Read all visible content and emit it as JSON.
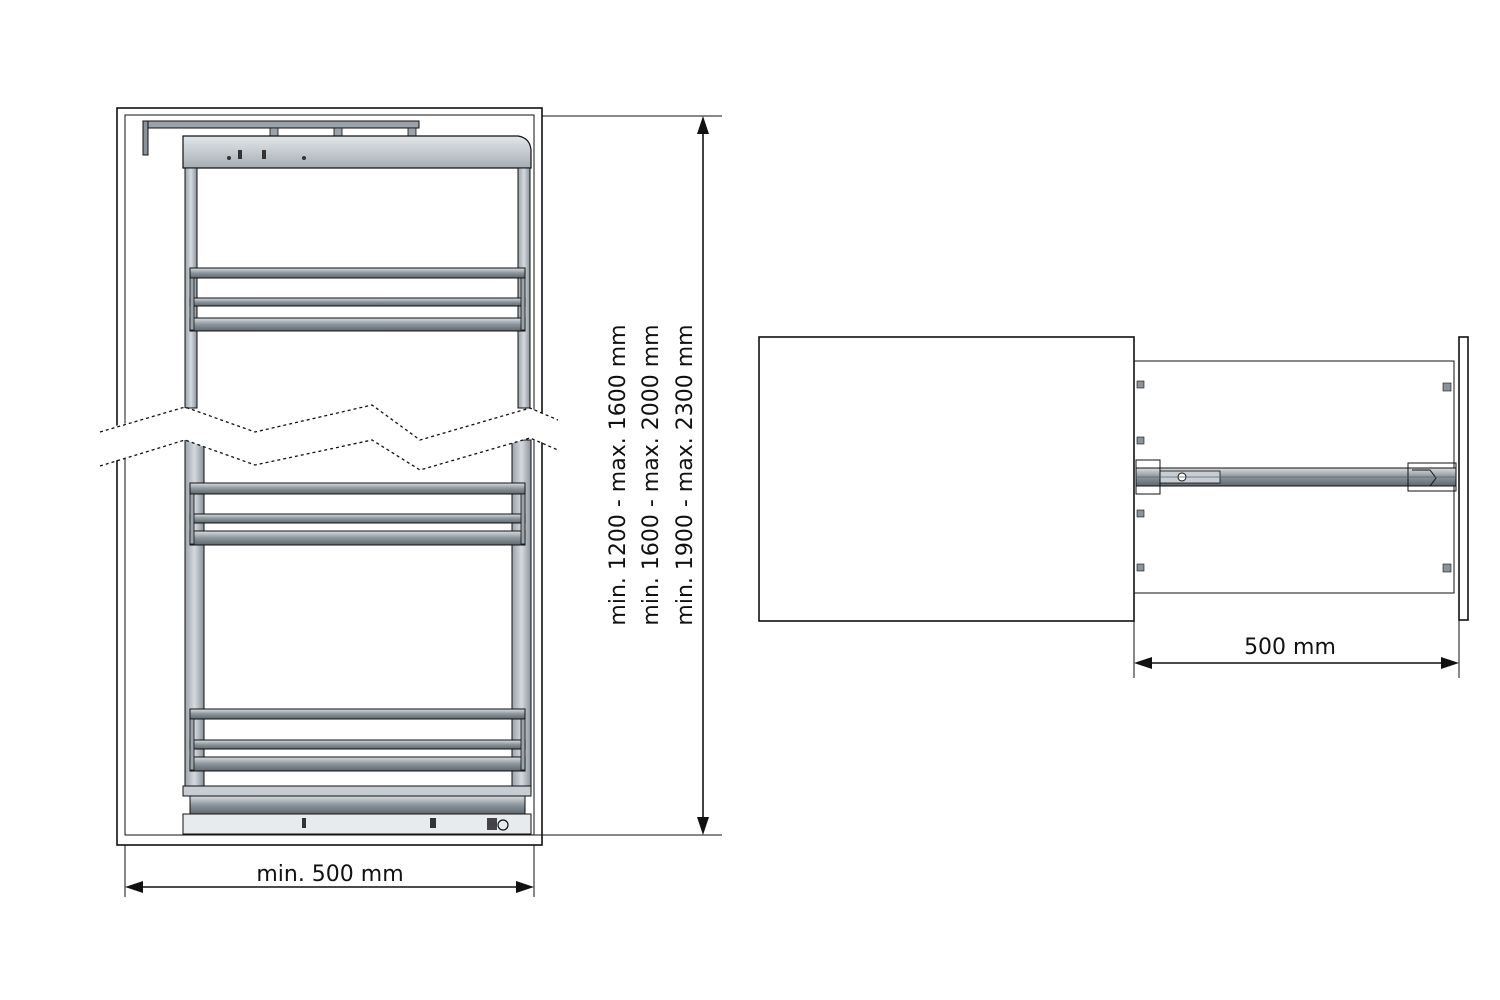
{
  "front_view": {
    "width_label": "min. 500 mm",
    "height_labels": [
      "min. 1200 - max. 1600 mm",
      "min. 1600 - max. 2000 mm",
      "min. 1900 - max. 2300 mm"
    ]
  },
  "side_view": {
    "depth_label": "500 mm"
  },
  "colors": {
    "line": "#111111",
    "rail_metal": "#8a939b",
    "frame_metal": "#b8c0c6",
    "background": "#ffffff"
  }
}
